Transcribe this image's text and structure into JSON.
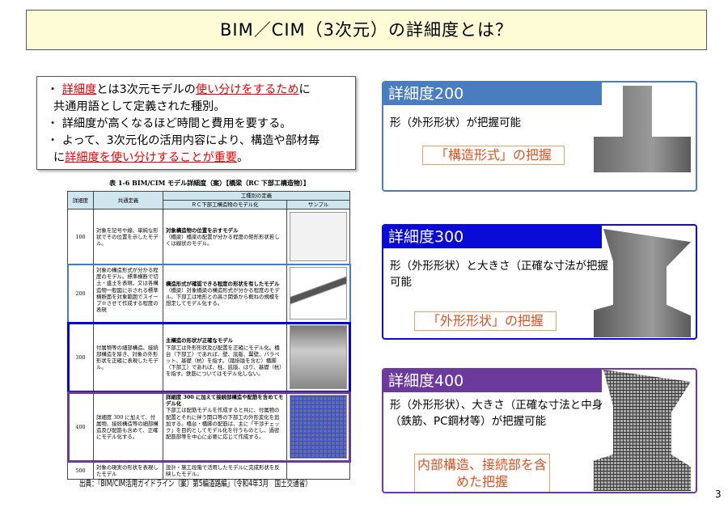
{
  "title": "BIM／CIM（3次元）の詳細度とは？",
  "bullets": {
    "b1_pre": "・ ",
    "b1_red1": "詳細度",
    "b1_mid": "とは3次元モデルの",
    "b1_red2": "使い分けをするため",
    "b1_post": "に",
    "b1_line2": "共通用語として定義された種別。",
    "b2": "・ 詳細度が高くなるほど時間と費用を要する。",
    "b3": "・ よって、3次元化の活用内容により、構造や部材毎",
    "b3_line2_pre": "に",
    "b3_red": "詳細度を使い分けすることが重要",
    "b3_post": "。"
  },
  "table": {
    "caption": "表 1-6 BIM/CIM モデル詳細度（案）【橋梁（RC 下部工構造物）】",
    "headers": {
      "level": "詳細度",
      "common": "共通定義",
      "group": "工種別の定義",
      "rc": "ＲＣ下部工構造物のモデル化",
      "sample": "サンプル"
    },
    "rows": [
      {
        "level": "100",
        "common": "対象を記号や線、単純な形状でその位置を示したモデル。",
        "rc_title": "対象構造物の位置を示すモデル",
        "rc_body": "（橋梁）橋梁の配置が分かる程度の矩形形状若しくは線状のモデル。"
      },
      {
        "level": "200",
        "common": "対象の構造形式が分かる程度のモデル。標準横断で切土・盛土を表現、又は各構造物一般図に示される標準横断面を対象範囲でスイープ※させて作成する程度の表現",
        "rc_title": "構造形式が確認できる程度の形状を有したモデル",
        "rc_body": "（橋梁）対象橋梁の構造形式が分かる程度のモデル。下部工は地形との高さ関係から概ねの規模を想定してモデル化する。"
      },
      {
        "level": "300",
        "common": "付属物等の細部構造、接続部構造を除き、対象の外形形状を正確に表現したモデル。",
        "rc_title": "主構造の形状が正確なモデル",
        "rc_body": "下部工は外形形状及び配置を正確にモデル化。橋台（下部工）であれば、壁、底版、翼壁、パラペット、基礎（杭）を指す。（踏掛版を含む）橋脚（下部工）であれば、柱、底版、はり、基礎（杭）を指す。鉄筋についてはモデル化しない。"
      },
      {
        "level": "400",
        "common": "詳細度 300 に加えて、付属物、接続構造等の細部構造及び配筋も含めて、正確にモデル化する。",
        "rc_title": "詳細度 300 に加えて接続部構造や配筋を含めてモデル化",
        "rc_body": "下部工は配筋モデルを作成すると共に、付属物の配置とそれに伴う開口等の下部工の外形変化を追加する。橋台・橋脚の配筋は、主に「干渉チェック」を目的としてモデル化を行うものとし、過密配筋部等を中心に必要に応じて作成する。"
      },
      {
        "level": "500",
        "common": "対象の現実の形状を表現したモデル",
        "rc_title": "",
        "rc_body": "設計・施工段階で活用したモデルに完成形状を反映したモデル。"
      }
    ]
  },
  "source": "出典：「BIM/CIM活用ガイドライン（案）第5編道路編」（令和4年3月　国土交通省）",
  "panels": [
    {
      "heading": "詳細度200",
      "desc": "形（外形形状）が把握可能",
      "tag": "「構造形式」の把握",
      "color": "#4a7cc0"
    },
    {
      "heading": "詳細度300",
      "desc": "形（外形形状）と大きさ（正確な寸法が把握可能",
      "tag": "「外形形状」の把握",
      "color": "#0a0ad8"
    },
    {
      "heading": "詳細度400",
      "desc": "形（外形形状）、大きさ（正確な寸法と中身（鉄筋、PC鋼材等）が把握可能",
      "tag": "内部構造、接続部を含めた把握",
      "color": "#6b3a9c"
    }
  ],
  "page_number": "3"
}
